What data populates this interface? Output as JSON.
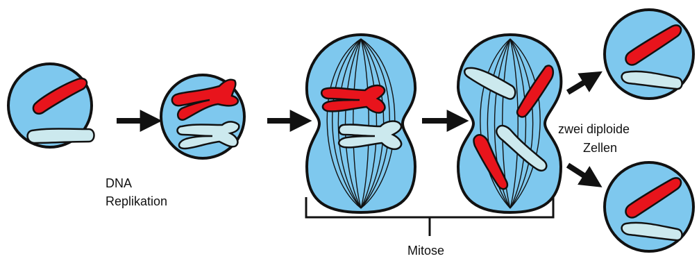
{
  "labels": {
    "dna_line1": "DNA",
    "dna_line2": "Replikation",
    "zwei_line1": "zwei diploide",
    "zwei_line2": "Zellen",
    "mitose": "Mitose"
  },
  "colors": {
    "cell_fill": "#7ec8ee",
    "outline": "#111111",
    "chromosome_red": "#e8141c",
    "chromosome_light": "#cce9ee",
    "background": "#ffffff"
  }
}
